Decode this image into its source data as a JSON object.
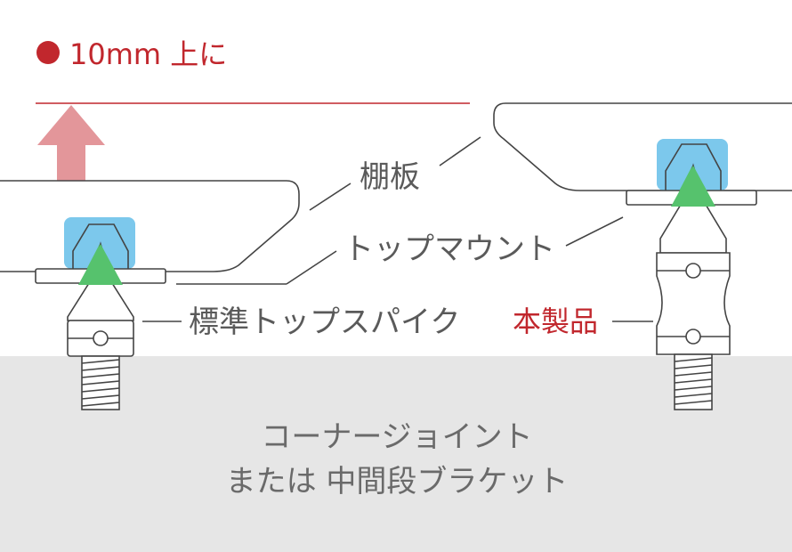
{
  "headline": {
    "text": "10mm 上に",
    "dot_color": "#c1272d",
    "arrow_color": "#e3969a"
  },
  "labels": {
    "shelf": "棚板",
    "top_mount": "トップマウント",
    "standard_spike": "標準トップスパイク",
    "this_product": "本製品"
  },
  "base": {
    "line1": "コーナージョイント",
    "line2": "または 中間段ブラケット",
    "color": "#e6e6e6"
  },
  "colors": {
    "cap": "#7cc8ec",
    "cone": "#56c26d",
    "accent": "#c1272d"
  }
}
